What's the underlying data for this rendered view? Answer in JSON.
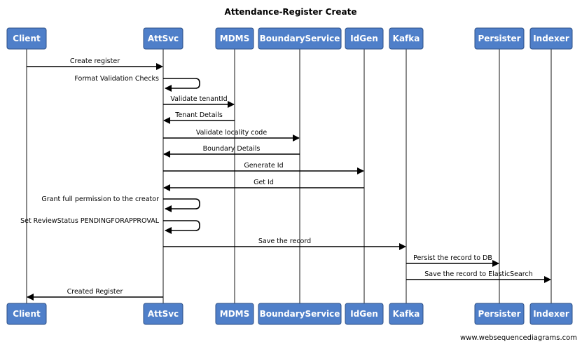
{
  "title": "Attendance-Register Create",
  "participants": [
    {
      "id": "client",
      "name": "Client"
    },
    {
      "id": "attsvc",
      "name": "AttSvc"
    },
    {
      "id": "mdms",
      "name": "MDMS"
    },
    {
      "id": "boundary",
      "name": "BoundaryService"
    },
    {
      "id": "idgen",
      "name": "IdGen"
    },
    {
      "id": "kafka",
      "name": "Kafka"
    },
    {
      "id": "persister",
      "name": "Persister"
    },
    {
      "id": "indexer",
      "name": "Indexer"
    }
  ],
  "messages": [
    {
      "from": "client",
      "to": "attsvc",
      "label": "Create register"
    },
    {
      "from": "attsvc",
      "to": "attsvc",
      "label": "Format Validation Checks"
    },
    {
      "from": "attsvc",
      "to": "mdms",
      "label": "Validate tenantId"
    },
    {
      "from": "mdms",
      "to": "attsvc",
      "label": "Tenant Details"
    },
    {
      "from": "attsvc",
      "to": "boundary",
      "label": "Validate locality code"
    },
    {
      "from": "boundary",
      "to": "attsvc",
      "label": "Boundary Details"
    },
    {
      "from": "attsvc",
      "to": "idgen",
      "label": "Generate Id"
    },
    {
      "from": "idgen",
      "to": "attsvc",
      "label": "Get Id"
    },
    {
      "from": "attsvc",
      "to": "attsvc",
      "label": "Grant full permission to the creator"
    },
    {
      "from": "attsvc",
      "to": "attsvc",
      "label": "Set ReviewStatus PENDINGFORAPPROVAL"
    },
    {
      "from": "attsvc",
      "to": "kafka",
      "label": "Save the record"
    },
    {
      "from": "kafka",
      "to": "persister",
      "label": "Persist the record to DB"
    },
    {
      "from": "kafka",
      "to": "indexer",
      "label": "Save the record to ElasticSearch"
    },
    {
      "from": "attsvc",
      "to": "client",
      "label": "Created Register"
    }
  ],
  "watermark": "www.websequencediagrams.com",
  "colors": {
    "actor_fill": "#4f7fc9",
    "actor_border": "#2c4f86",
    "lifeline": "#8a8a8a"
  }
}
